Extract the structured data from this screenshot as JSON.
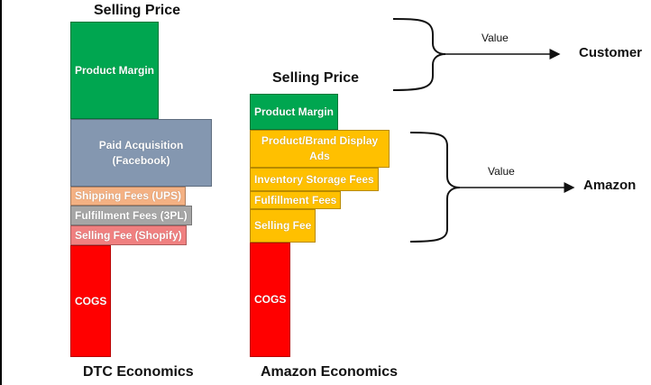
{
  "dtc": {
    "top_label": "Selling Price",
    "bottom_label": "DTC Economics",
    "segments": [
      {
        "label": "Product Margin",
        "color": "#00A650"
      },
      {
        "label": "Paid Acquisition (Facebook)",
        "color": "#8497B0"
      },
      {
        "label": "Shipping Fees (UPS)",
        "color": "#F4B183"
      },
      {
        "label": "Fulfillment Fees (3PL)",
        "color": "#A6A6A6"
      },
      {
        "label": "Selling Fee (Shopify)",
        "color": "#F08080"
      },
      {
        "label": "COGS",
        "color": "#FF0000"
      }
    ]
  },
  "amazon": {
    "top_label": "Selling Price",
    "bottom_label": "Amazon Economics",
    "segments": [
      {
        "label": "Product Margin",
        "color": "#00A650"
      },
      {
        "label": "Product/Brand Display Ads",
        "color": "#FFC000"
      },
      {
        "label": "Inventory Storage Fees",
        "color": "#FFC000"
      },
      {
        "label": "Fulfillment Fees",
        "color": "#FFC000"
      },
      {
        "label": "Selling Fee",
        "color": "#FFC000"
      },
      {
        "label": "COGS",
        "color": "#FF0000"
      }
    ]
  },
  "flows": {
    "customer": {
      "value_label": "Value",
      "destination": "Customer"
    },
    "amazon": {
      "value_label": "Value",
      "destination": "Amazon"
    }
  }
}
